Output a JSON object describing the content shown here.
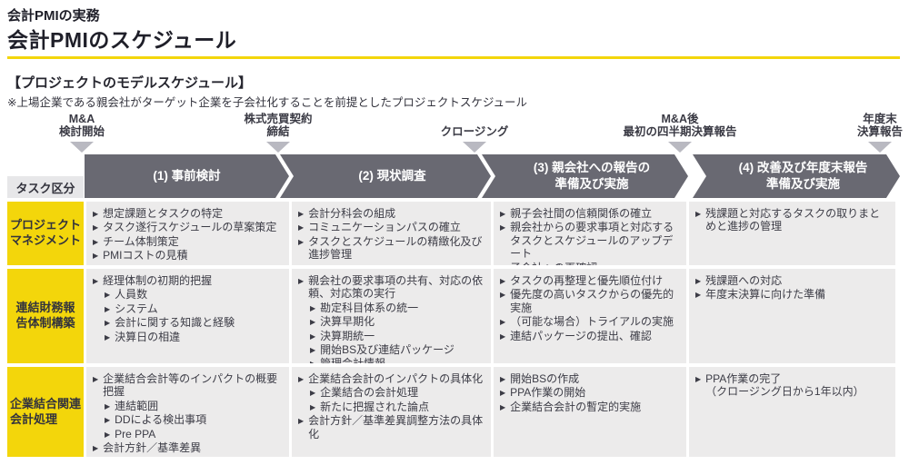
{
  "header": {
    "suptitle": "会計PMIの実務",
    "title": "会計PMIのスケジュール"
  },
  "section": {
    "title": "【プロジェクトのモデルスケジュール】",
    "note": "※上場企業である親会社がターゲット企業を子会社化することを前提としたプロジェクトスケジュール"
  },
  "timeline": {
    "milestones": [
      {
        "label": "M&A\n検討開始"
      },
      {
        "label": "株式売買契約\n締結"
      },
      {
        "label": "クロージング"
      },
      {
        "label": "M&A後\n最初の四半期決算報告"
      },
      {
        "label": "年度末\n決算報告"
      }
    ],
    "phases": [
      {
        "label": "(1) 事前検討"
      },
      {
        "label": "(2) 現状調査"
      },
      {
        "label": "(3) 親会社への報告の\n準備及び実施"
      },
      {
        "label": "(4) 改善及び年度末報告\n準備及び実施"
      }
    ]
  },
  "table": {
    "corner_label": "タスク区分",
    "rows": [
      {
        "category": "プロジェクト\nマネジメント",
        "cells": [
          [
            {
              "level": 1,
              "text": "想定課題とタスクの特定"
            },
            {
              "level": 1,
              "text": "タスク遂行スケジュールの草案策定"
            },
            {
              "level": 1,
              "text": "チーム体制策定"
            },
            {
              "level": 1,
              "text": "PMIコストの見積"
            }
          ],
          [
            {
              "level": 1,
              "text": "会計分科会の組成"
            },
            {
              "level": 1,
              "text": "コミュニケーションパスの確立"
            },
            {
              "level": 1,
              "text": "タスクとスケジュールの精緻化及び進捗管理"
            }
          ],
          [
            {
              "level": 1,
              "text": "親子会社間の信頼関係の確立"
            },
            {
              "level": 1,
              "text": "親会社からの要求事項と対応するタスクとスケジュールのアップデート"
            },
            {
              "level": 1,
              "text": "子会社への再確認"
            }
          ],
          [
            {
              "level": 1,
              "text": "残課題と対応するタスクの取りまとめと進捗の管理"
            }
          ]
        ]
      },
      {
        "category": "連結財務報\n告体制構築",
        "cells": [
          [
            {
              "level": 1,
              "text": "経理体制の初期的把握"
            },
            {
              "level": 2,
              "text": "人員数"
            },
            {
              "level": 2,
              "text": "システム"
            },
            {
              "level": 2,
              "text": "会計に関する知識と経験"
            },
            {
              "level": 2,
              "text": "決算日の相違"
            }
          ],
          [
            {
              "level": 1,
              "text": "親会社の要求事項の共有、対応の依頼、対応策の実行"
            },
            {
              "level": 2,
              "text": "勘定科目体系の統一"
            },
            {
              "level": 2,
              "text": "決算早期化"
            },
            {
              "level": 2,
              "text": "決算期統一"
            },
            {
              "level": 2,
              "text": "開始BS及び連結パッケージ"
            },
            {
              "level": 2,
              "text": "管理会計情報"
            }
          ],
          [
            {
              "level": 1,
              "text": "タスクの再整理と優先順位付け"
            },
            {
              "level": 1,
              "text": "優先度の高いタスクからの優先的実施"
            },
            {
              "level": 1,
              "text": "（可能な場合）トライアルの実施"
            },
            {
              "level": 1,
              "text": "連結パッケージの提出、確認"
            }
          ],
          [
            {
              "level": 1,
              "text": "残課題への対応"
            },
            {
              "level": 1,
              "text": "年度末決算に向けた準備"
            }
          ]
        ]
      },
      {
        "category": "企業結合関連\n会計処理",
        "cells": [
          [
            {
              "level": 1,
              "text": "企業結合会計等のインパクトの概要把握"
            },
            {
              "level": 2,
              "text": "連結範囲"
            },
            {
              "level": 2,
              "text": "DDによる検出事項"
            },
            {
              "level": 2,
              "text": "Pre PPA"
            },
            {
              "level": 1,
              "text": "会計方針／基準差異"
            }
          ],
          [
            {
              "level": 1,
              "text": "企業結合会計のインパクトの具体化"
            },
            {
              "level": 2,
              "text": "企業結合の会計処理"
            },
            {
              "level": 2,
              "text": "新たに把握された論点"
            },
            {
              "level": 1,
              "text": "会計方針／基準差異調整方法の具体化"
            }
          ],
          [
            {
              "level": 1,
              "text": "開始BSの作成"
            },
            {
              "level": 1,
              "text": "PPA作業の開始"
            },
            {
              "level": 1,
              "text": "企業結合会計の暫定的実施"
            }
          ],
          [
            {
              "level": 1,
              "text": "PPA作業の完了\n（クロージング日から1年以内）"
            }
          ]
        ]
      }
    ]
  },
  "colors": {
    "accent_yellow": "#F3D60B",
    "band_gray": "#696972",
    "milestone_triangle_gray": "#B9B9C1",
    "cell_background": "#ECEBEB",
    "corner_background": "#E7E7E9",
    "text_dark": "#3C3C46"
  }
}
